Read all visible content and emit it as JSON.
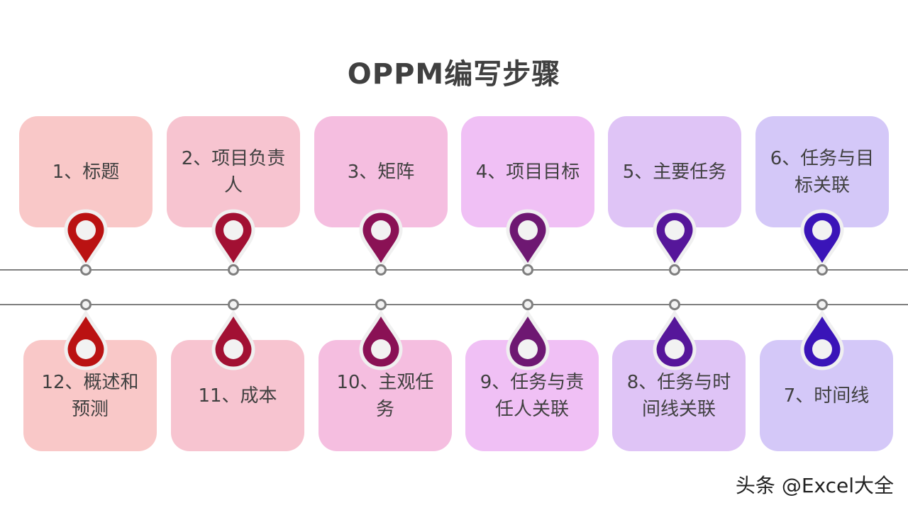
{
  "title": "OPPM编写步骤",
  "watermark": "头条 @Excel大全",
  "top_steps": [
    {
      "label": "1、标题",
      "box_color": "#F9C8C8",
      "pin_color": "#BA1212"
    },
    {
      "label": "2、项目负责人",
      "box_color": "#F7C4D0",
      "pin_color": "#A21033"
    },
    {
      "label": "3、矩阵",
      "box_color": "#F5BEE0",
      "pin_color": "#8A1155"
    },
    {
      "label": "4、项目目标",
      "box_color": "#F0C0F5",
      "pin_color": "#6E1872"
    },
    {
      "label": "5、主要任务",
      "box_color": "#DFC4F6",
      "pin_color": "#56169A"
    },
    {
      "label": "6、任务与目标关联",
      "box_color": "#D4C8F8",
      "pin_color": "#3A14B8"
    }
  ],
  "bottom_steps": [
    {
      "label": "12、概述和预测",
      "box_color": "#F9C8C8",
      "pin_color": "#BA1212"
    },
    {
      "label": "11、成本",
      "box_color": "#F7C4D0",
      "pin_color": "#A21033"
    },
    {
      "label": "10、主观任务",
      "box_color": "#F5BEE0",
      "pin_color": "#8A1155"
    },
    {
      "label": "9、任务与责任人关联",
      "box_color": "#F0C0F5",
      "pin_color": "#6E1872"
    },
    {
      "label": "8、任务与时间线关联",
      "box_color": "#DFC4F6",
      "pin_color": "#56169A"
    },
    {
      "label": "7、时间线",
      "box_color": "#D4C8F8",
      "pin_color": "#3A14B8"
    }
  ]
}
